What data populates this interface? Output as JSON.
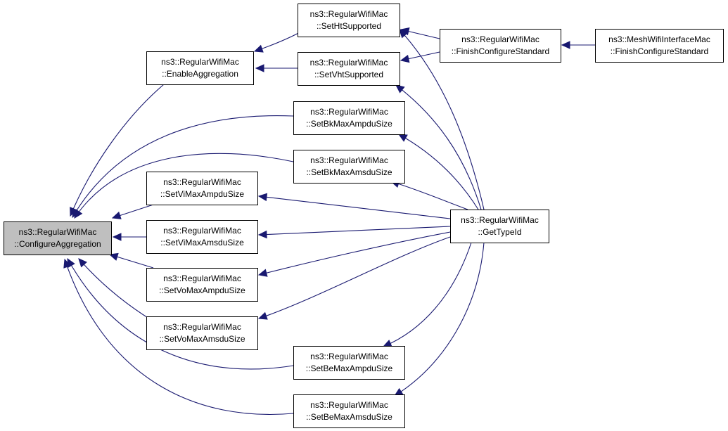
{
  "diagram": {
    "nodes": [
      {
        "id": "configure_aggregation",
        "line1": "ns3::RegularWifiMac",
        "line2": "::ConfigureAggregation",
        "focus": true
      },
      {
        "id": "enable_aggregation",
        "line1": "ns3::RegularWifiMac",
        "line2": "::EnableAggregation"
      },
      {
        "id": "set_ht_supported",
        "line1": "ns3::RegularWifiMac",
        "line2": "::SetHtSupported"
      },
      {
        "id": "set_vht_supported",
        "line1": "ns3::RegularWifiMac",
        "line2": "::SetVhtSupported"
      },
      {
        "id": "finish_configure_standard",
        "line1": "ns3::RegularWifiMac",
        "line2": "::FinishConfigureStandard"
      },
      {
        "id": "mesh_finish_configure_standard",
        "line1": "ns3::MeshWifiInterfaceMac",
        "line2": "::FinishConfigureStandard"
      },
      {
        "id": "set_bk_max_ampdu_size",
        "line1": "ns3::RegularWifiMac",
        "line2": "::SetBkMaxAmpduSize"
      },
      {
        "id": "set_bk_max_amsdu_size",
        "line1": "ns3::RegularWifiMac",
        "line2": "::SetBkMaxAmsduSize"
      },
      {
        "id": "set_vi_max_ampdu_size",
        "line1": "ns3::RegularWifiMac",
        "line2": "::SetViMaxAmpduSize"
      },
      {
        "id": "set_vi_max_amsdu_size",
        "line1": "ns3::RegularWifiMac",
        "line2": "::SetViMaxAmsduSize"
      },
      {
        "id": "set_vo_max_ampdu_size",
        "line1": "ns3::RegularWifiMac",
        "line2": "::SetVoMaxAmpduSize"
      },
      {
        "id": "set_vo_max_amsdu_size",
        "line1": "ns3::RegularWifiMac",
        "line2": "::SetVoMaxAmsduSize"
      },
      {
        "id": "set_be_max_ampdu_size",
        "line1": "ns3::RegularWifiMac",
        "line2": "::SetBeMaxAmpduSize"
      },
      {
        "id": "set_be_max_amsdu_size",
        "line1": "ns3::RegularWifiMac",
        "line2": "::SetBeMaxAmsduSize"
      },
      {
        "id": "get_type_id",
        "line1": "ns3::RegularWifiMac",
        "line2": "::GetTypeId"
      }
    ],
    "edges": [
      {
        "from": "enable_aggregation",
        "to": "configure_aggregation"
      },
      {
        "from": "set_bk_max_ampdu_size",
        "to": "configure_aggregation"
      },
      {
        "from": "set_bk_max_amsdu_size",
        "to": "configure_aggregation"
      },
      {
        "from": "set_vi_max_ampdu_size",
        "to": "configure_aggregation"
      },
      {
        "from": "set_vi_max_amsdu_size",
        "to": "configure_aggregation"
      },
      {
        "from": "set_vo_max_ampdu_size",
        "to": "configure_aggregation"
      },
      {
        "from": "set_vo_max_amsdu_size",
        "to": "configure_aggregation"
      },
      {
        "from": "set_be_max_ampdu_size",
        "to": "configure_aggregation"
      },
      {
        "from": "set_be_max_amsdu_size",
        "to": "configure_aggregation"
      },
      {
        "from": "set_ht_supported",
        "to": "enable_aggregation"
      },
      {
        "from": "set_vht_supported",
        "to": "enable_aggregation"
      },
      {
        "from": "finish_configure_standard",
        "to": "set_ht_supported"
      },
      {
        "from": "finish_configure_standard",
        "to": "set_vht_supported"
      },
      {
        "from": "mesh_finish_configure_standard",
        "to": "finish_configure_standard"
      },
      {
        "from": "get_type_id",
        "to": "set_ht_supported"
      },
      {
        "from": "get_type_id",
        "to": "set_vht_supported"
      },
      {
        "from": "get_type_id",
        "to": "set_bk_max_ampdu_size"
      },
      {
        "from": "get_type_id",
        "to": "set_bk_max_amsdu_size"
      },
      {
        "from": "get_type_id",
        "to": "set_vi_max_ampdu_size"
      },
      {
        "from": "get_type_id",
        "to": "set_vi_max_amsdu_size"
      },
      {
        "from": "get_type_id",
        "to": "set_vo_max_ampdu_size"
      },
      {
        "from": "get_type_id",
        "to": "set_vo_max_amsdu_size"
      },
      {
        "from": "get_type_id",
        "to": "set_be_max_ampdu_size"
      },
      {
        "from": "get_type_id",
        "to": "set_be_max_amsdu_size"
      }
    ],
    "colors": {
      "edge": "#191970",
      "focus_fill": "#bfbfbf",
      "node_fill": "#ffffff",
      "border": "#000000"
    }
  }
}
